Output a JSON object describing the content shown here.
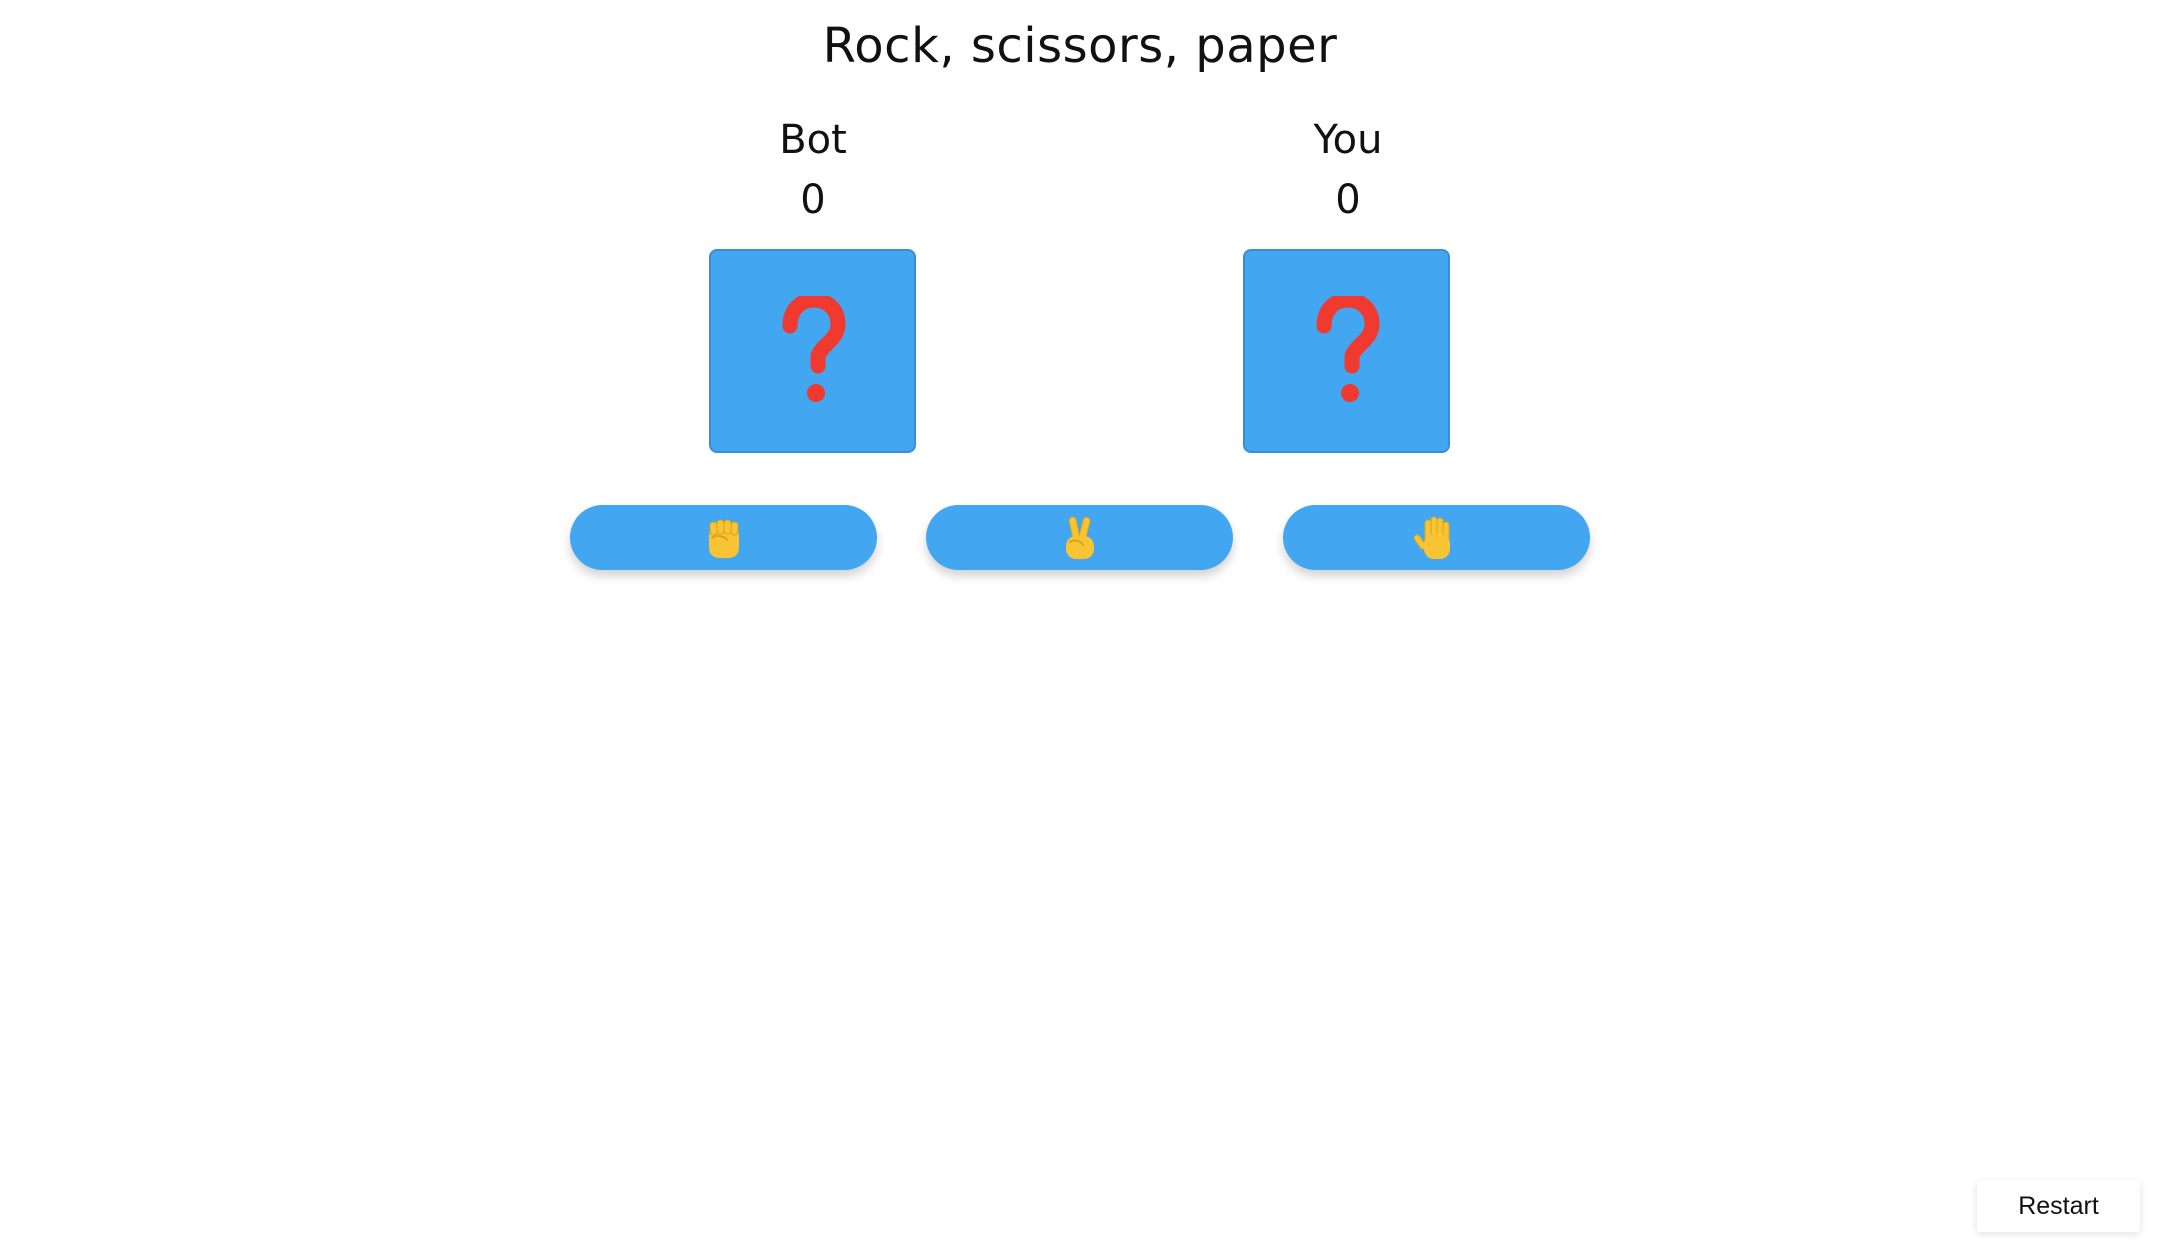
{
  "title": "Rock, scissors, paper",
  "players": {
    "bot": {
      "name": "Bot",
      "score": "0",
      "choice_icon": "question-mark-icon"
    },
    "you": {
      "name": "You",
      "score": "0",
      "choice_icon": "question-mark-icon"
    }
  },
  "choices": [
    {
      "id": "rock",
      "icon": "raised-fist-icon"
    },
    {
      "id": "scissors",
      "icon": "victory-hand-icon"
    },
    {
      "id": "paper",
      "icon": "raised-hand-icon"
    }
  ],
  "restart_label": "Restart",
  "colors": {
    "accent": "#42a6f1",
    "question_mark": "#f03a2f",
    "hand": "#f8c434"
  }
}
